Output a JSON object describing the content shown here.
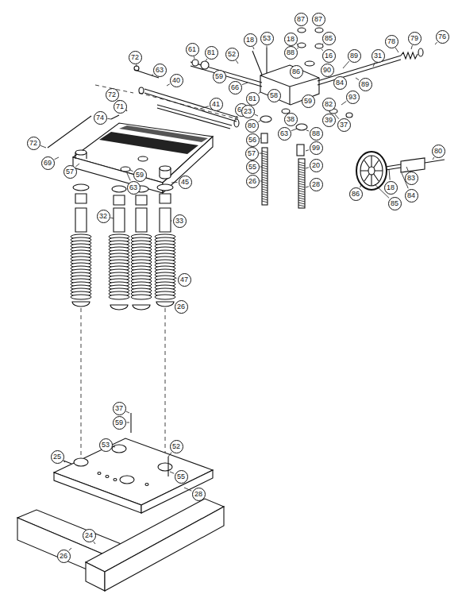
{
  "diagram": {
    "nodes": [
      {
        "text": [
          "72"
        ]
      },
      {
        "text": [
          "63"
        ]
      },
      {
        "text": [
          "72"
        ]
      },
      {
        "text": [
          "71"
        ]
      },
      {
        "text": [
          "74"
        ]
      },
      {
        "text": [
          "72"
        ]
      },
      {
        "text": [
          "69"
        ]
      },
      {
        "text": [
          "40"
        ]
      },
      {
        "text": [
          "41"
        ]
      },
      {
        "text": [
          "61"
        ]
      },
      {
        "text": [
          "57"
        ]
      },
      {
        "text": [
          "59"
        ]
      },
      {
        "text": [
          "63"
        ]
      },
      {
        "text": [
          "45"
        ]
      },
      {
        "text": [
          "32"
        ]
      },
      {
        "text": [
          "33"
        ]
      },
      {
        "text": [
          "47"
        ]
      },
      {
        "text": [
          "26"
        ]
      },
      {
        "text": [
          "18"
        ]
      },
      {
        "text": [
          "53"
        ]
      },
      {
        "text": [
          "87"
        ]
      },
      {
        "text": [
          "87"
        ]
      },
      {
        "text": [
          "18"
        ]
      },
      {
        "text": [
          "85"
        ]
      },
      {
        "text": [
          "88"
        ]
      },
      {
        "text": [
          "16"
        ]
      },
      {
        "text": [
          "61"
        ]
      },
      {
        "text": [
          "81"
        ]
      },
      {
        "text": [
          "52"
        ]
      },
      {
        "text": [
          "59"
        ]
      },
      {
        "text": [
          "66"
        ]
      },
      {
        "text": [
          "89"
        ]
      },
      {
        "text": [
          "31"
        ]
      },
      {
        "text": [
          "78"
        ]
      },
      {
        "text": [
          "79"
        ]
      },
      {
        "text": [
          "76"
        ]
      },
      {
        "text": [
          "86"
        ]
      },
      {
        "text": [
          "90"
        ]
      },
      {
        "text": [
          "84"
        ]
      },
      {
        "text": [
          "93"
        ]
      },
      {
        "text": [
          "89"
        ]
      },
      {
        "text": [
          "58"
        ]
      },
      {
        "text": [
          "59"
        ]
      },
      {
        "text": [
          "81"
        ]
      },
      {
        "text": [
          "23"
        ]
      },
      {
        "text": [
          "82"
        ]
      },
      {
        "text": [
          "37"
        ]
      },
      {
        "text": [
          "39"
        ]
      },
      {
        "text": [
          "38"
        ]
      },
      {
        "text": [
          "80"
        ]
      },
      {
        "text": [
          "56"
        ]
      },
      {
        "text": [
          "57"
        ]
      },
      {
        "text": [
          "55"
        ]
      },
      {
        "text": [
          "26"
        ]
      },
      {
        "text": [
          "63"
        ]
      },
      {
        "text": [
          "88"
        ]
      },
      {
        "text": [
          "99"
        ]
      },
      {
        "text": [
          "20"
        ]
      },
      {
        "text": [
          "28"
        ]
      },
      {
        "text": [
          "80"
        ]
      },
      {
        "text": [
          "83"
        ]
      },
      {
        "text": [
          "18"
        ]
      },
      {
        "text": [
          "85"
        ]
      },
      {
        "text": [
          "84"
        ]
      },
      {
        "text": [
          "86"
        ]
      },
      {
        "text": [
          "37"
        ]
      },
      {
        "text": [
          "59"
        ]
      },
      {
        "text": [
          "53"
        ]
      },
      {
        "text": [
          "52"
        ]
      },
      {
        "text": [
          "55"
        ]
      },
      {
        "text": [
          "25"
        ]
      },
      {
        "text": [
          "28"
        ]
      },
      {
        "text": [
          "24"
        ]
      },
      {
        "text": [
          "26"
        ]
      }
    ]
  }
}
